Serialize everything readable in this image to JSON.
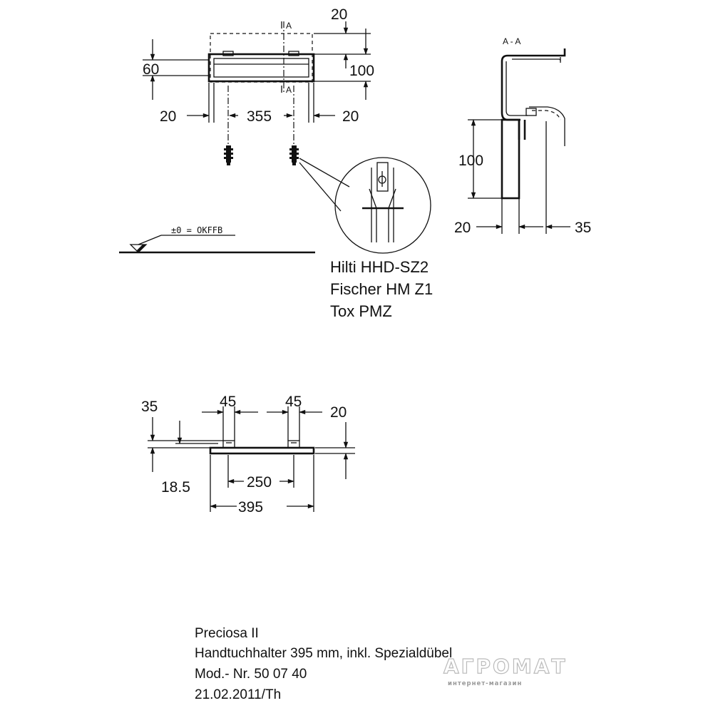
{
  "top_view": {
    "dim_depth": "20",
    "dim_height_left": "60",
    "dim_height_right": "100",
    "dim_left_offset": "20",
    "dim_hole_spacing": "355",
    "dim_right_offset": "20",
    "section_mark": "A"
  },
  "section_view": {
    "title": "A - A",
    "dim_height": "100",
    "dim_thickness": "20",
    "dim_depth": "35"
  },
  "floor_reference": {
    "label": "±0 = OKFFB"
  },
  "fixings": [
    "Hilti HHD-SZ2",
    "Fischer HM Z1",
    "Tox PMZ"
  ],
  "front_view": {
    "dim_mount_height": "35",
    "dim_mount_width_left": "45",
    "dim_mount_width_right": "45",
    "dim_plate_thickness": "20",
    "dim_offset": "18.5",
    "dim_hole_spacing": "250",
    "dim_total_length": "395"
  },
  "info_block": {
    "line1": "Preciosa II",
    "line2": "Handtuchhalter 395 mm, inkl. Spezialdübel",
    "line3": "Mod.- Nr. 50 07 40",
    "line4": "21.02.2011/Th"
  },
  "watermark": {
    "brand": "АГРОМАТ",
    "tagline": "интернет-магазин"
  }
}
